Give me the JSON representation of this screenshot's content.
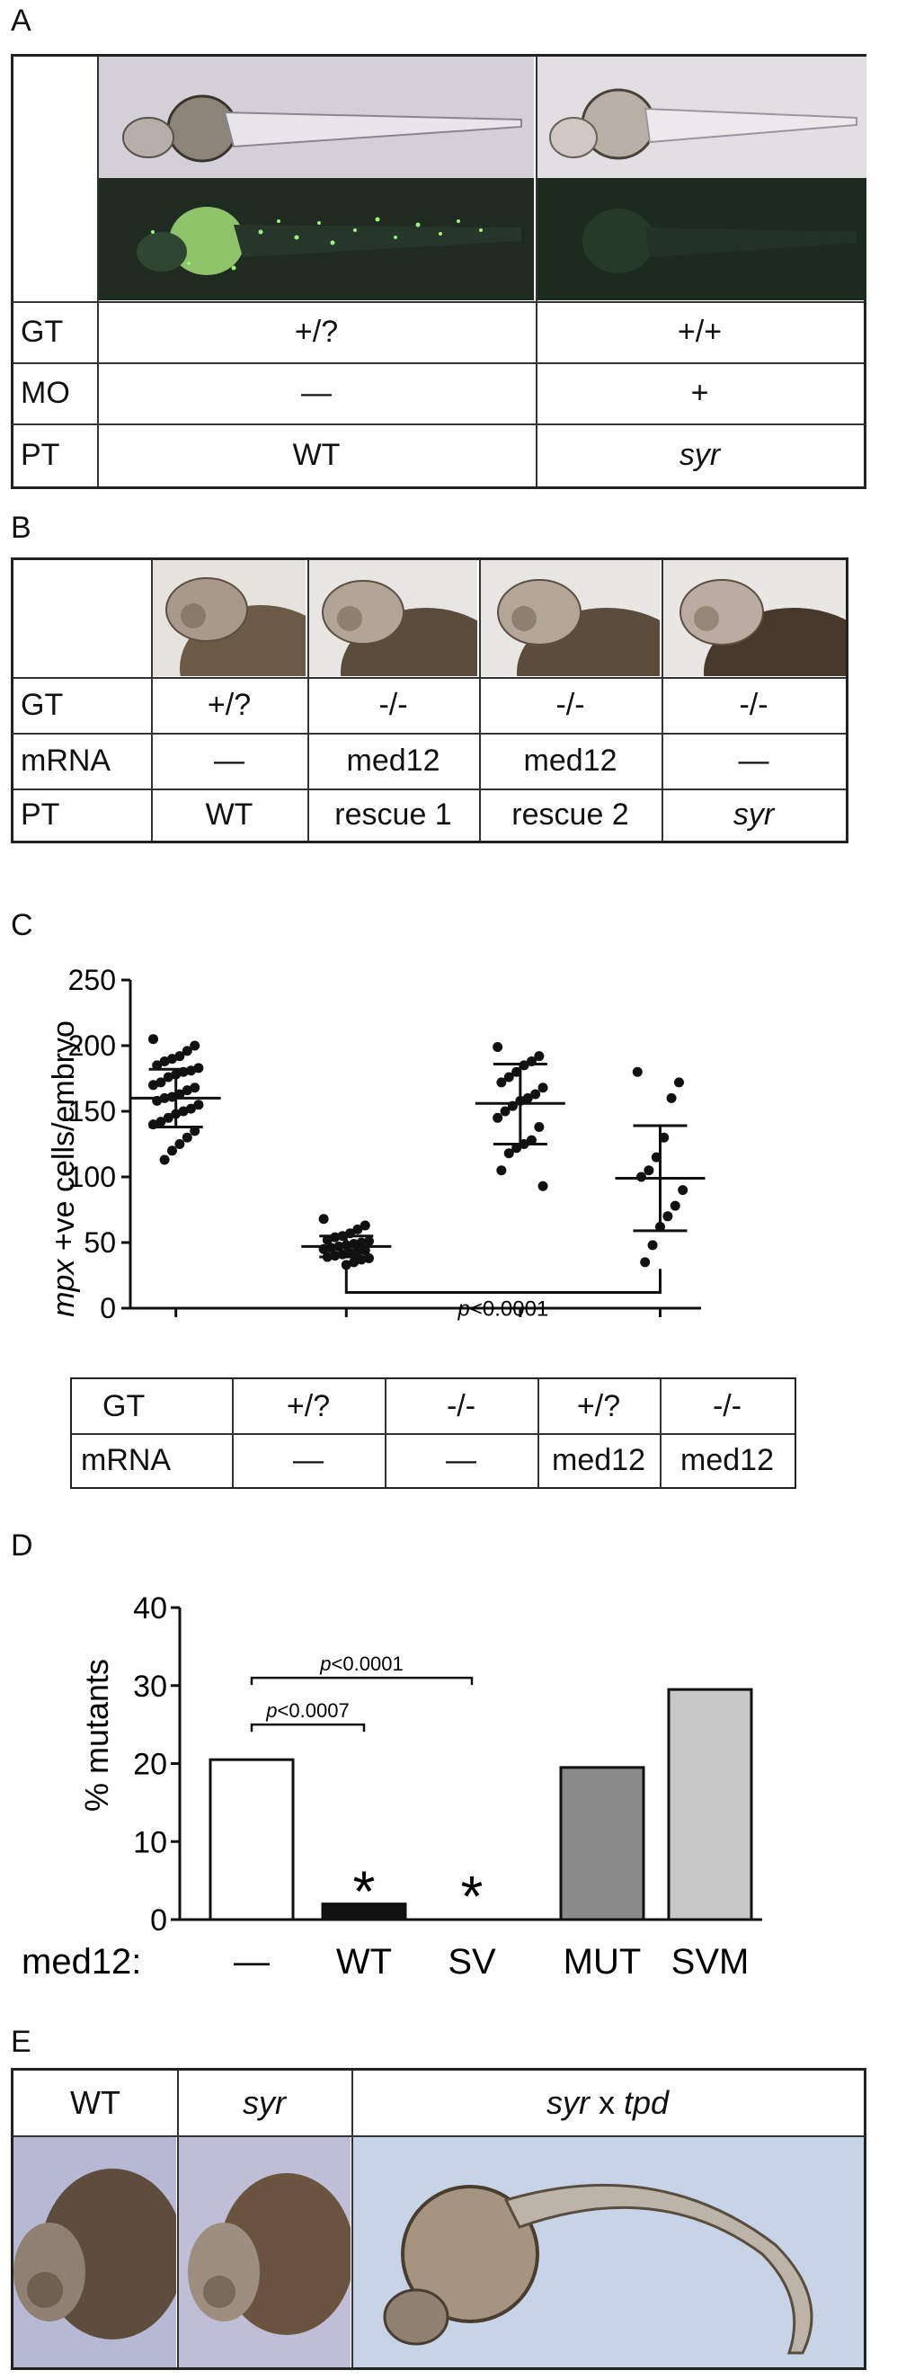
{
  "panelA": {
    "label": "A",
    "rows": [
      {
        "header": "GT",
        "wt": "+/?",
        "mut": "+/+"
      },
      {
        "header": "MO",
        "wt": "—",
        "mut": "+"
      },
      {
        "header": "PT",
        "wt": "WT",
        "mut": "syr"
      }
    ]
  },
  "panelB": {
    "label": "B",
    "rows": [
      {
        "header": "GT",
        "c1": "+/?",
        "c2": "-/-",
        "c3": "-/-",
        "c4": "-/-"
      },
      {
        "header": "mRNA",
        "c1": "—",
        "c2": "med12",
        "c3": "med12",
        "c4": "—"
      },
      {
        "header": "PT",
        "c1": "WT",
        "c2": "rescue 1",
        "c3": "rescue 2",
        "c4": "syr"
      }
    ]
  },
  "panelC": {
    "label": "C",
    "ylabel_italic": "mpx",
    "ylabel_rest": " +ve cells/embryo",
    "annotation_p": "p",
    "annotation_rest": "<0.0001",
    "table": [
      {
        "header": "GT",
        "c1": "+/?",
        "c2": "-/-",
        "c3": "+/?",
        "c4": "-/-"
      },
      {
        "header": "mRNA",
        "c1": "—",
        "c2": "—",
        "c3": "med12",
        "c4": "med12"
      }
    ]
  },
  "panelD": {
    "label": "D",
    "xlabel_prefix": "med12:",
    "ylabel": "% mutants",
    "annotation1_p": "p",
    "annotation1_rest": "<0.0007",
    "annotation2_p": "p",
    "annotation2_rest": "<0.0001",
    "asterisk": "*"
  },
  "panelE": {
    "label": "E",
    "col1": "WT",
    "col2": "syr",
    "col3_a": "syr",
    "col3_b": " x ",
    "col3_c": "tpd"
  },
  "colors": {
    "bar_white": "#ffffff",
    "bar_black": "#111111",
    "bar_darkgray": "#8a8a8a",
    "bar_lightgray": "#c8c8c8"
  },
  "chart_data": [
    {
      "type": "scatter",
      "ylim": [
        0,
        250
      ],
      "yticks": [
        0,
        50,
        100,
        150,
        200,
        250
      ],
      "groups": [
        {
          "values": [
            205,
            200,
            196,
            192,
            190,
            188,
            185,
            183,
            181,
            180,
            178,
            176,
            172,
            170,
            168,
            166,
            163,
            161,
            160,
            158,
            155,
            152,
            150,
            148,
            145,
            142,
            140,
            135,
            130,
            125,
            120,
            113
          ],
          "mean": 160,
          "sd_low": 138,
          "sd_high": 182
        },
        {
          "values": [
            68,
            63,
            60,
            57,
            55,
            54,
            52,
            51,
            50,
            49,
            48,
            47,
            46,
            45,
            44,
            43,
            42,
            41,
            40,
            39,
            38,
            37,
            35,
            33
          ],
          "mean": 47,
          "sd_low": 39,
          "sd_high": 55
        },
        {
          "values": [
            199,
            192,
            188,
            185,
            180,
            176,
            172,
            168,
            163,
            160,
            158,
            154,
            150,
            145,
            138,
            128,
            125,
            122,
            118,
            105,
            93
          ],
          "mean": 156,
          "sd_low": 125,
          "sd_high": 186
        },
        {
          "values": [
            180,
            172,
            160,
            130,
            115,
            105,
            100,
            90,
            78,
            70,
            62,
            48,
            35
          ],
          "mean": 99,
          "sd_low": 59,
          "sd_high": 139
        }
      ]
    },
    {
      "type": "bar",
      "categories": [
        "—",
        "WT",
        "SV",
        "MUT",
        "SVM"
      ],
      "values": [
        20.5,
        2,
        0,
        19.5,
        29.5
      ],
      "ylim": [
        0,
        40
      ],
      "yticks": [
        0,
        10,
        20,
        30,
        40
      ]
    }
  ]
}
